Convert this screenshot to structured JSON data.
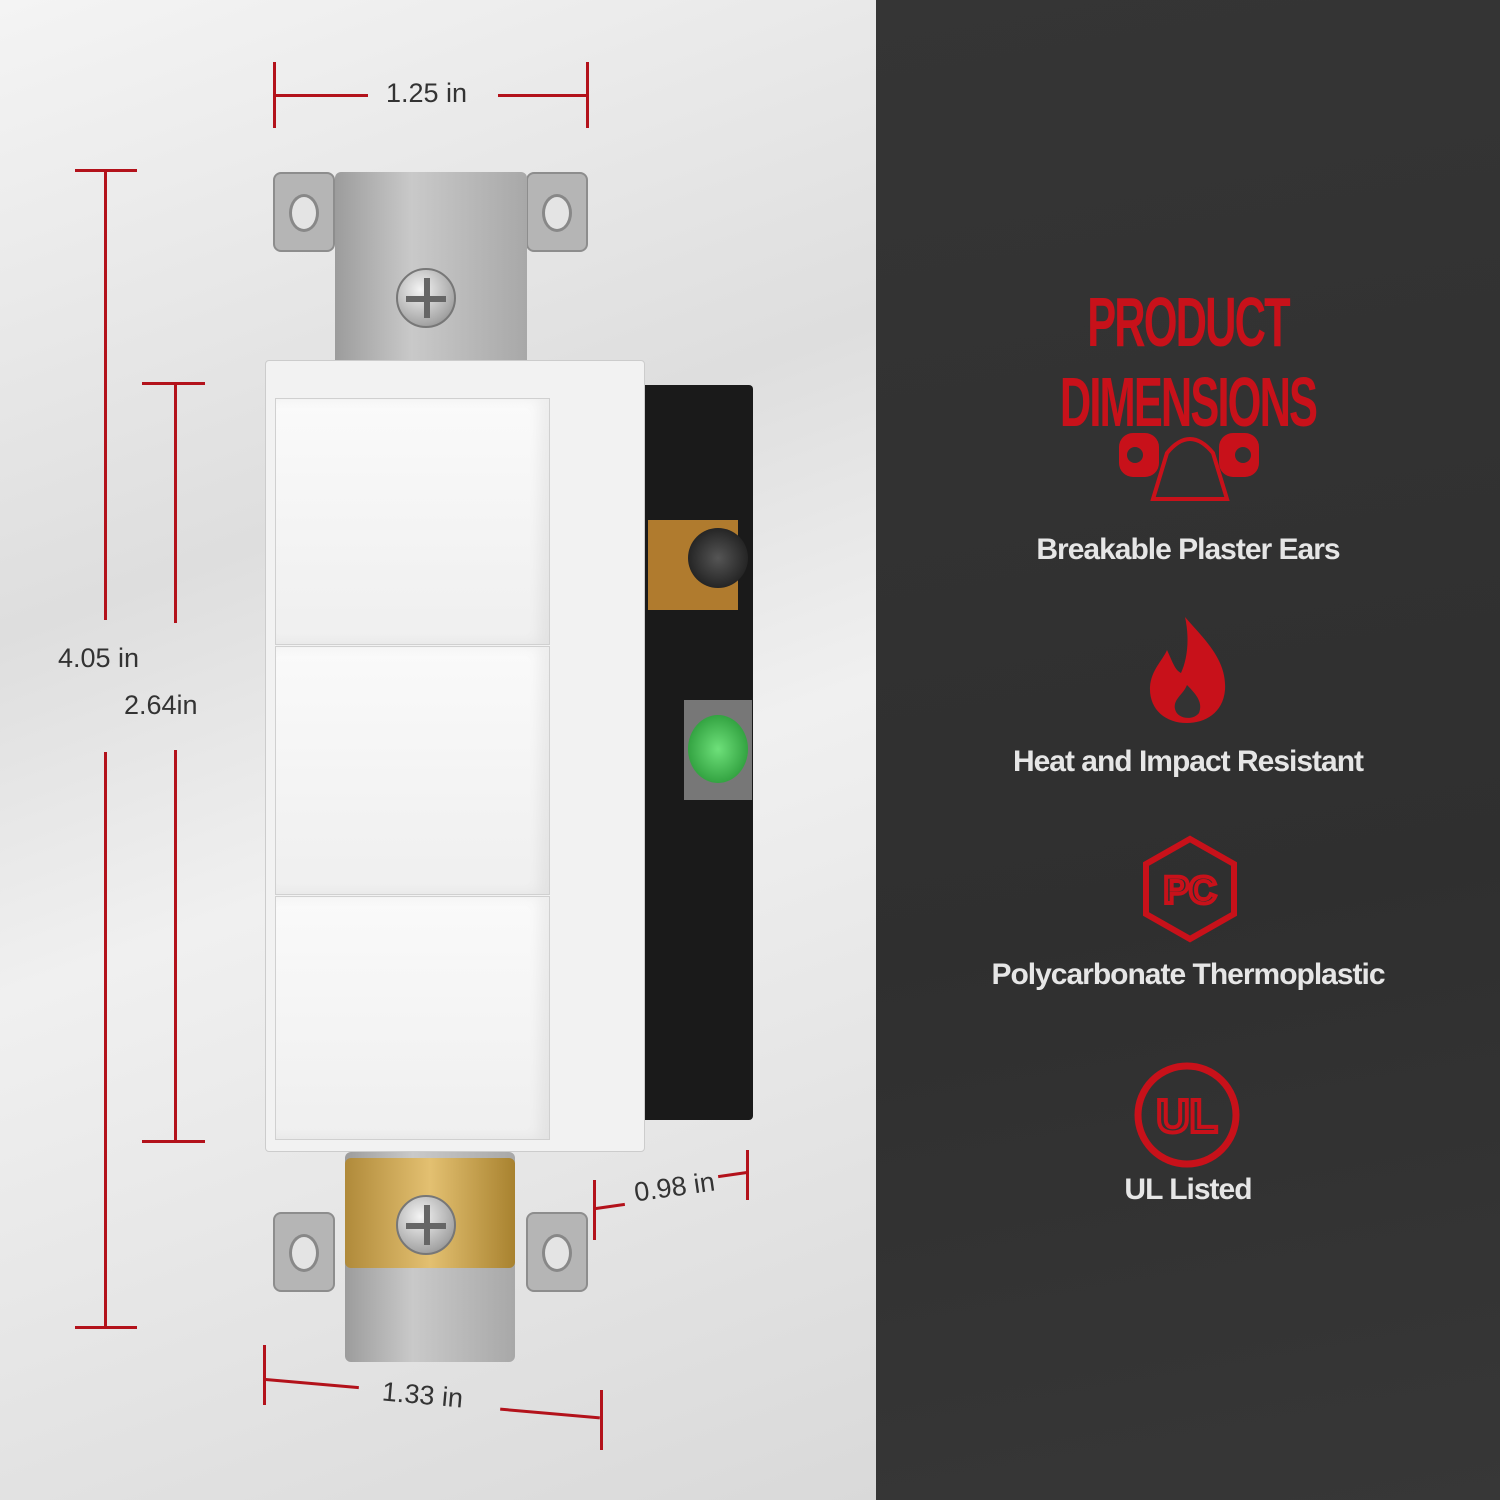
{
  "dimensions": {
    "width_top": "1.25 in",
    "height_total": "4.05 in",
    "height_body": "2.64in",
    "depth": "0.98 in",
    "width_bottom": "1.33 in"
  },
  "panel": {
    "title": "PRODUCT DIMENSIONS",
    "features": [
      {
        "label": "Breakable Plaster Ears",
        "icon": "plaster-ears-icon"
      },
      {
        "label": "Heat and Impact Resistant",
        "icon": "flame-icon"
      },
      {
        "label": "Polycarbonate Thermoplastic",
        "icon": "pc-hexagon-icon"
      },
      {
        "label": "UL Listed",
        "icon": "ul-logo-icon"
      }
    ],
    "ul_logo_text": "UL",
    "pc_logo_text": "PC"
  },
  "colors": {
    "accent": "#c8111a",
    "dark_panel": "#333333",
    "feature_text": "#e6e6e6",
    "dimension_line": "#b3121b"
  }
}
